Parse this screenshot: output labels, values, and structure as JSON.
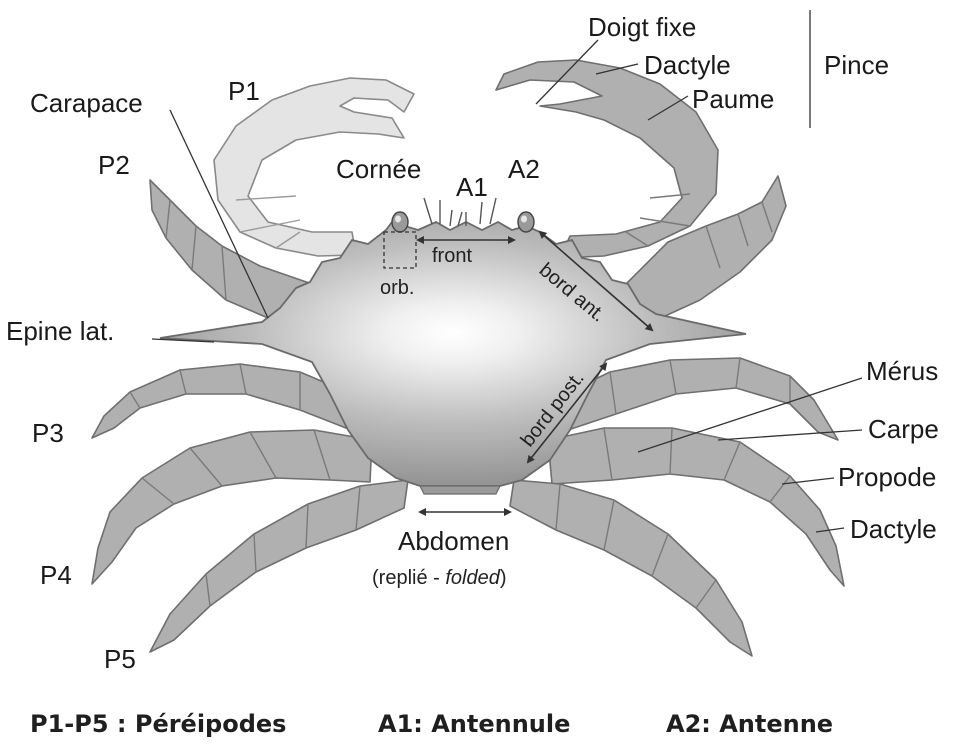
{
  "labels": {
    "doigt_fixe": "Doigt fixe",
    "dactyle_pince": "Dactyle",
    "pince": "Pince",
    "paume": "Paume",
    "p1": "P1",
    "carapace": "Carapace",
    "p2": "P2",
    "cornee": "Cornée",
    "a1": "A1",
    "a2": "A2",
    "front": "front",
    "orb": "orb.",
    "bord_ant": "bord ant.",
    "epine_lat": "Epine lat.",
    "merus": "Mérus",
    "p3": "P3",
    "bord_post": "bord post.",
    "carpe": "Carpe",
    "propode": "Propode",
    "dactyle_leg": "Dactyle",
    "abdomen": "Abdomen",
    "replie": "(replié - ",
    "folded": "folded",
    "replie_close": ")",
    "p4": "P4",
    "p5": "P5"
  },
  "legend": {
    "pereipodes": "P1-P5 : Péréipodes",
    "antennule": "A1: Antennule",
    "antenne": "A2: Antenne"
  },
  "colors": {
    "leg_fill": "#b0b0b0",
    "claw_left_fill": "#e4e4e4",
    "carapace_center": "#ffffff",
    "carapace_edge": "#8a8a8a",
    "outline": "#6f6f6f",
    "text": "#1a1a1a"
  }
}
